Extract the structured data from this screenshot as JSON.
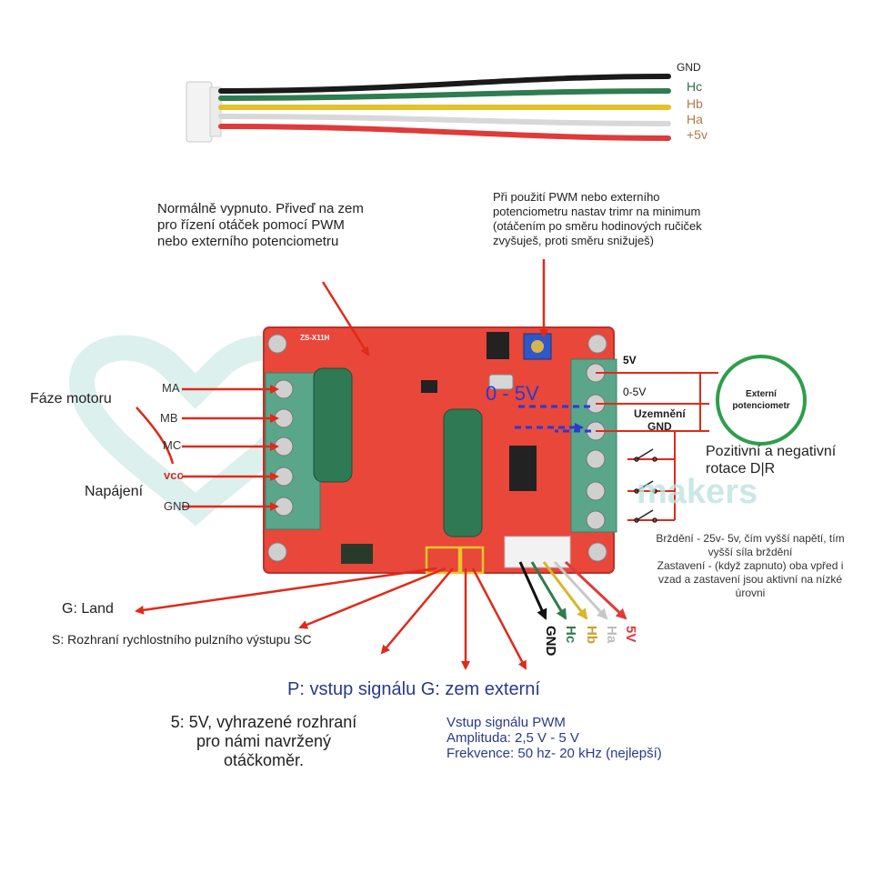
{
  "connector_wires": [
    {
      "label": "GND",
      "color": "#1a1a1a",
      "label_color": "#222222"
    },
    {
      "label": "Hc",
      "color": "#2e7d4f",
      "label_color": "#2e6b4a"
    },
    {
      "label": "Hb",
      "color": "#e3c12a",
      "label_color": "#b07a4a"
    },
    {
      "label": "Ha",
      "color": "#dedede",
      "label_color": "#b07a4a"
    },
    {
      "label": "+5v",
      "color": "#e03a3a",
      "label_color": "#b07a4a"
    }
  ],
  "board": {
    "model": "ZS-X11H",
    "color": "#e8473a",
    "terminal_color": "#5aa68a",
    "left_pins": [
      "MA",
      "MB",
      "MC",
      "vcc",
      "GND"
    ],
    "right_pins": [
      "5V",
      "0-5V"
    ],
    "overlay_voltage": "0 - 5V"
  },
  "annotations": {
    "top_left_note": [
      "Normálně vypnuto. Přiveď na zem",
      "pro řízení otáček pomocí PWM",
      "nebo externího potenciometru"
    ],
    "top_right_note": [
      "Při použití PWM nebo externího",
      "potenciometru nastav trimr na minimum",
      "(otáčením po směru hodinových ručiček",
      "zvyšuješ, proti směru snižuješ)"
    ],
    "motor_phase": "Fáze motoru",
    "power": "Napájení",
    "ground_label": [
      "Uzemnění",
      "GND"
    ],
    "potentiometer": [
      "Externí",
      "potenciometr"
    ],
    "direction": [
      "Pozitivní a negativní",
      "rotace D|R"
    ],
    "brake_note": [
      "Brždění - 25v- 5v, čím vyšší napětí, tím",
      "vyšší síla brždění",
      "Zastavení - (když zapnuto) oba vpřed i",
      "vzad a zastavení jsou aktivní na nízké",
      "úrovni"
    ],
    "g_land": "G: Land",
    "s_interface": "S: Rozhraní rychlostního pulzního výstupu SC",
    "p_signal": "P: vstup signálu G: zem externí",
    "five_v": [
      "5: 5V, vyhrazené rozhraní",
      "pro  námi navržený",
      "otáčkoměr."
    ],
    "pwm_note": [
      "Vstup signálu PWM",
      "Amplituda: 2,5 V - 5 V",
      "Frekvence: 50 hz- 20 kHz (nejlepší)"
    ],
    "bottom_wires": [
      "GND",
      "Hc",
      "Hb",
      "Ha",
      "5V"
    ]
  },
  "watermark": "makers",
  "colors": {
    "arrow": "#e02a1a",
    "text_blue": "#2a3a8a",
    "watermark": "#bfe3e0"
  }
}
